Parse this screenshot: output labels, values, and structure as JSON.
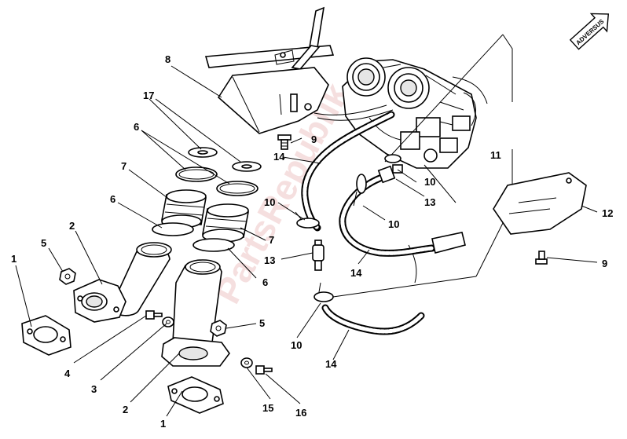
{
  "callouts": [
    {
      "id": "c1a",
      "text": "1"
    },
    {
      "id": "c1b",
      "text": "1"
    },
    {
      "id": "c2a",
      "text": "2"
    },
    {
      "id": "c2b",
      "text": "2"
    },
    {
      "id": "c3",
      "text": "3"
    },
    {
      "id": "c4",
      "text": "4"
    },
    {
      "id": "c5a",
      "text": "5"
    },
    {
      "id": "c5b",
      "text": "5"
    },
    {
      "id": "c6a",
      "text": "6"
    },
    {
      "id": "c6b",
      "text": "6"
    },
    {
      "id": "c6c",
      "text": "6"
    },
    {
      "id": "c7a",
      "text": "7"
    },
    {
      "id": "c7b",
      "text": "7"
    },
    {
      "id": "c8",
      "text": "8"
    },
    {
      "id": "c9a",
      "text": "9"
    },
    {
      "id": "c9b",
      "text": "9"
    },
    {
      "id": "c10a",
      "text": "10"
    },
    {
      "id": "c10b",
      "text": "10"
    },
    {
      "id": "c10c",
      "text": "10"
    },
    {
      "id": "c10d",
      "text": "10"
    },
    {
      "id": "c11",
      "text": "11"
    },
    {
      "id": "c12",
      "text": "12"
    },
    {
      "id": "c13a",
      "text": "13"
    },
    {
      "id": "c13b",
      "text": "13"
    },
    {
      "id": "c14a",
      "text": "14"
    },
    {
      "id": "c14b",
      "text": "14"
    },
    {
      "id": "c14c",
      "text": "14"
    },
    {
      "id": "c15",
      "text": "15"
    },
    {
      "id": "c16",
      "text": "16"
    },
    {
      "id": "c17",
      "text": "17"
    }
  ],
  "direction_arrow": {
    "text": "ADVERSUS",
    "icon": "direction-arrow-icon"
  },
  "watermark": {
    "text": "PartsRepublik"
  }
}
